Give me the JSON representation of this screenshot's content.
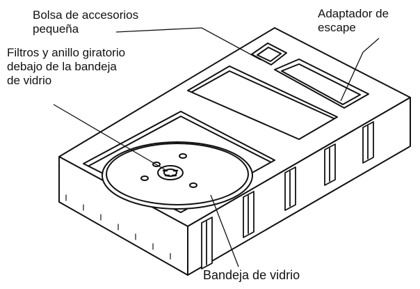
{
  "labels": {
    "accessory_bag": [
      "Bolsa de accesorios",
      "pequeña"
    ],
    "filters_ring": [
      "Filtros y anillo giratorio",
      "debajo de la bandeja",
      "de vidrio"
    ],
    "exhaust_adapter": [
      "Adaptador de",
      "escape"
    ],
    "glass_tray": "Bandeja de vidrio"
  },
  "colors": {
    "ink": "#111111",
    "paper": "#ffffff"
  }
}
